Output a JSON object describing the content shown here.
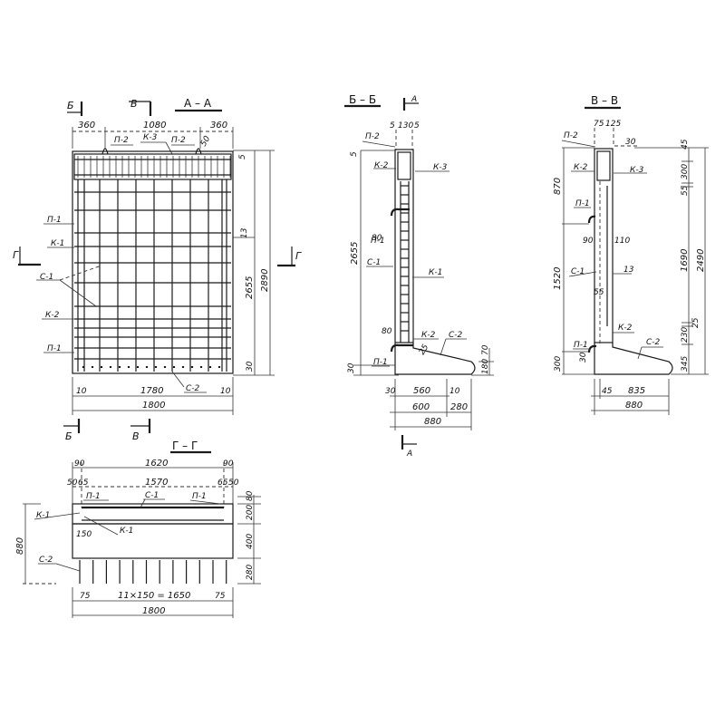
{
  "views": {
    "aa": {
      "title": "А – А",
      "cut_b_left": "Б",
      "cut_v_top": "В",
      "cut_b_bottom": "Б",
      "cut_v_bottom": "В",
      "cut_g": "Г",
      "dims_top": [
        "360",
        "1080",
        "360"
      ],
      "dim_right_top": "5",
      "dim_right_mid": "13",
      "dim_right_inner": "2655",
      "dim_right_outer": "2890",
      "dim_right_bottom": "30",
      "dim_bottom_parts": [
        "10",
        "1780",
        "10"
      ],
      "dim_bottom_total": "1800",
      "dim_corner": "50",
      "labels": [
        "П-2",
        "К-3",
        "П-2",
        "П-1",
        "К-1",
        "С-1",
        "К-2",
        "П-1",
        "С-2"
      ]
    },
    "bb": {
      "title": "Б – Б",
      "cut_a": "А",
      "cut_a_bottom": "А",
      "dims_top": [
        "5",
        "130",
        "5"
      ],
      "dim_left_top": "5",
      "dim_left_mid": "2655",
      "dim_left_bottom": "30",
      "dim_80_top": "80",
      "dim_80_bottom": "80",
      "dim_25": "25",
      "dim_70": "70",
      "dim_180": "180",
      "dim_bottom_row1": [
        "30",
        "560",
        "10"
      ],
      "dim_bottom_row2": [
        "600",
        "280"
      ],
      "dim_bottom_total": "880",
      "labels": [
        "П-2",
        "К-2",
        "К-3",
        "П-1",
        "С-1",
        "К-1",
        "К-2",
        "С-2",
        "П-1"
      ]
    },
    "vv": {
      "title": "В – В",
      "dims_top": [
        "75",
        "125"
      ],
      "dim_30": "30",
      "dim_left_870": "870",
      "dim_left_1520": "1520",
      "dim_left_300": "300",
      "dim_right_chain": [
        "45",
        "300",
        "55",
        "1690",
        "25",
        "230",
        "345"
      ],
      "dim_right_total": "2490",
      "dim_90": "90",
      "dim_110": "110",
      "dim_13": "13",
      "dim_55": "55",
      "dim_30b": "30",
      "dim_bottom_parts": [
        "45",
        "835"
      ],
      "dim_bottom_total": "880",
      "labels": [
        "П-2",
        "К-2",
        "К-3",
        "П-1",
        "С-1",
        "К-2",
        "П-1",
        "С-2"
      ]
    },
    "gg": {
      "title": "Г – Г",
      "dims_top_row1": [
        "90",
        "1620",
        "90"
      ],
      "dims_top_row2": [
        "50",
        "65",
        "1570",
        "65",
        "50"
      ],
      "dim_right": [
        "80",
        "200",
        "400",
        "280"
      ],
      "dim_left_total": "880",
      "dim_150": "150",
      "dim_bottom_parts": [
        "75",
        "11×150 = 1650",
        "75"
      ],
      "dim_bottom_total": "1800",
      "labels": [
        "П-1",
        "С-1",
        "П-1",
        "К-1",
        "К-1",
        "С-2"
      ]
    }
  }
}
